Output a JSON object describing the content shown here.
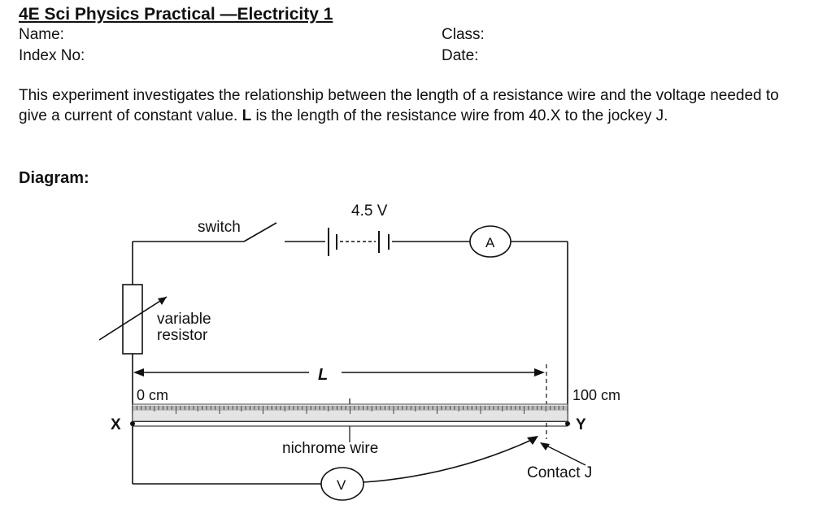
{
  "header": {
    "title": "4E Sci Physics Practical —Electricity 1",
    "name_label": "Name:",
    "class_label": "Class:",
    "index_label": "Index No:",
    "date_label": "Date:"
  },
  "intro": {
    "part1": "This experiment investigates the relationship between the length of a resistance wire and the voltage needed to give a current of constant value.  ",
    "bold_L": "L",
    "part2": " is the length of the resistance wire from 40.X to the jockey J."
  },
  "diagram": {
    "heading": "Diagram:",
    "labels": {
      "battery": "4.5 V",
      "switch": "switch",
      "ammeter": "A",
      "variable_resistor_1": "variable",
      "variable_resistor_2": "resistor",
      "length": "L",
      "zero": "0 cm",
      "hundred": "100 cm",
      "x": "X",
      "y": "Y",
      "wire": "nichrome wire",
      "voltmeter": "V",
      "contact": "Contact J"
    }
  }
}
